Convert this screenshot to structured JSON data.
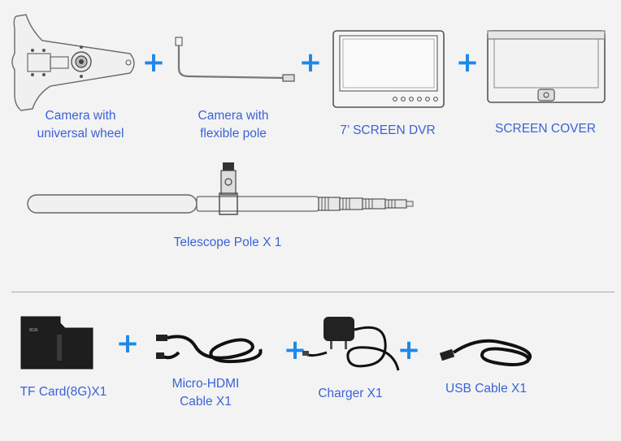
{
  "top_row": {
    "camera_wheel_line1": "Camera with",
    "camera_wheel_line2": "universal wheel",
    "camera_pole_line1": "Camera  with",
    "camera_pole_line2": "flexible pole",
    "screen_dvr": "7’   SCREEN DVR",
    "screen_cover": "SCREEN COVER"
  },
  "middle": {
    "telescope_pole": "Telescope Pole X 1"
  },
  "bottom_row": {
    "tf_card": "TF Card(8G)X1",
    "hdmi_line1": "Micro-HDMI",
    "hdmi_line2": "Cable X1",
    "charger": "Charger X1",
    "usb": "USB Cable X1"
  },
  "plus_symbol": "+",
  "colors": {
    "label": "#3b62d8",
    "plus": "#1e88e8",
    "line": "#555555"
  }
}
